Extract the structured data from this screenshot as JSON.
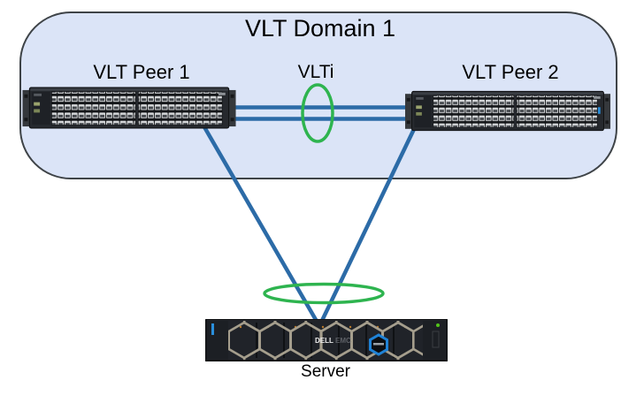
{
  "diagram": {
    "domain": {
      "label": "VLT Domain 1"
    },
    "nodes": {
      "peer1": {
        "label": "VLT Peer 1",
        "kind": "network-switch"
      },
      "peer2": {
        "label": "VLT Peer 2",
        "kind": "network-switch"
      },
      "server": {
        "label": "Server",
        "kind": "rack-server",
        "logo_dell": "DELL",
        "logo_emc": "EMC"
      }
    },
    "links": {
      "vlti": {
        "label": "VLTi",
        "line_count": 2
      },
      "server_uplinks": {
        "count": 2
      }
    },
    "colors": {
      "domain_fill": "#dbe4f7",
      "domain_border": "#3e4347",
      "link_blue": "#2c6ba7",
      "lag_green": "#2eb44f",
      "text": "#000000"
    }
  }
}
